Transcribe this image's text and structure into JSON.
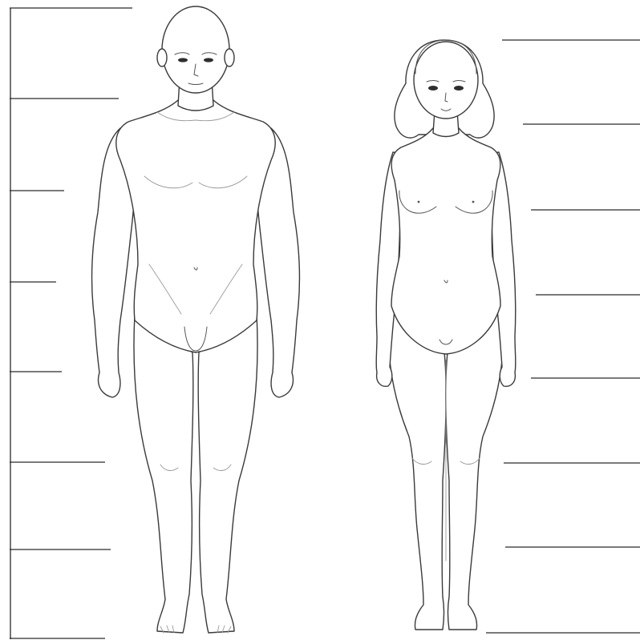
{
  "colors": {
    "line": "#3a3a3a",
    "ruler": "#2a2a2a",
    "background": "#ffffff"
  },
  "figures": [
    "male-figure",
    "female-figure"
  ],
  "left_scale_marks": 8,
  "right_scale_marks": 8
}
